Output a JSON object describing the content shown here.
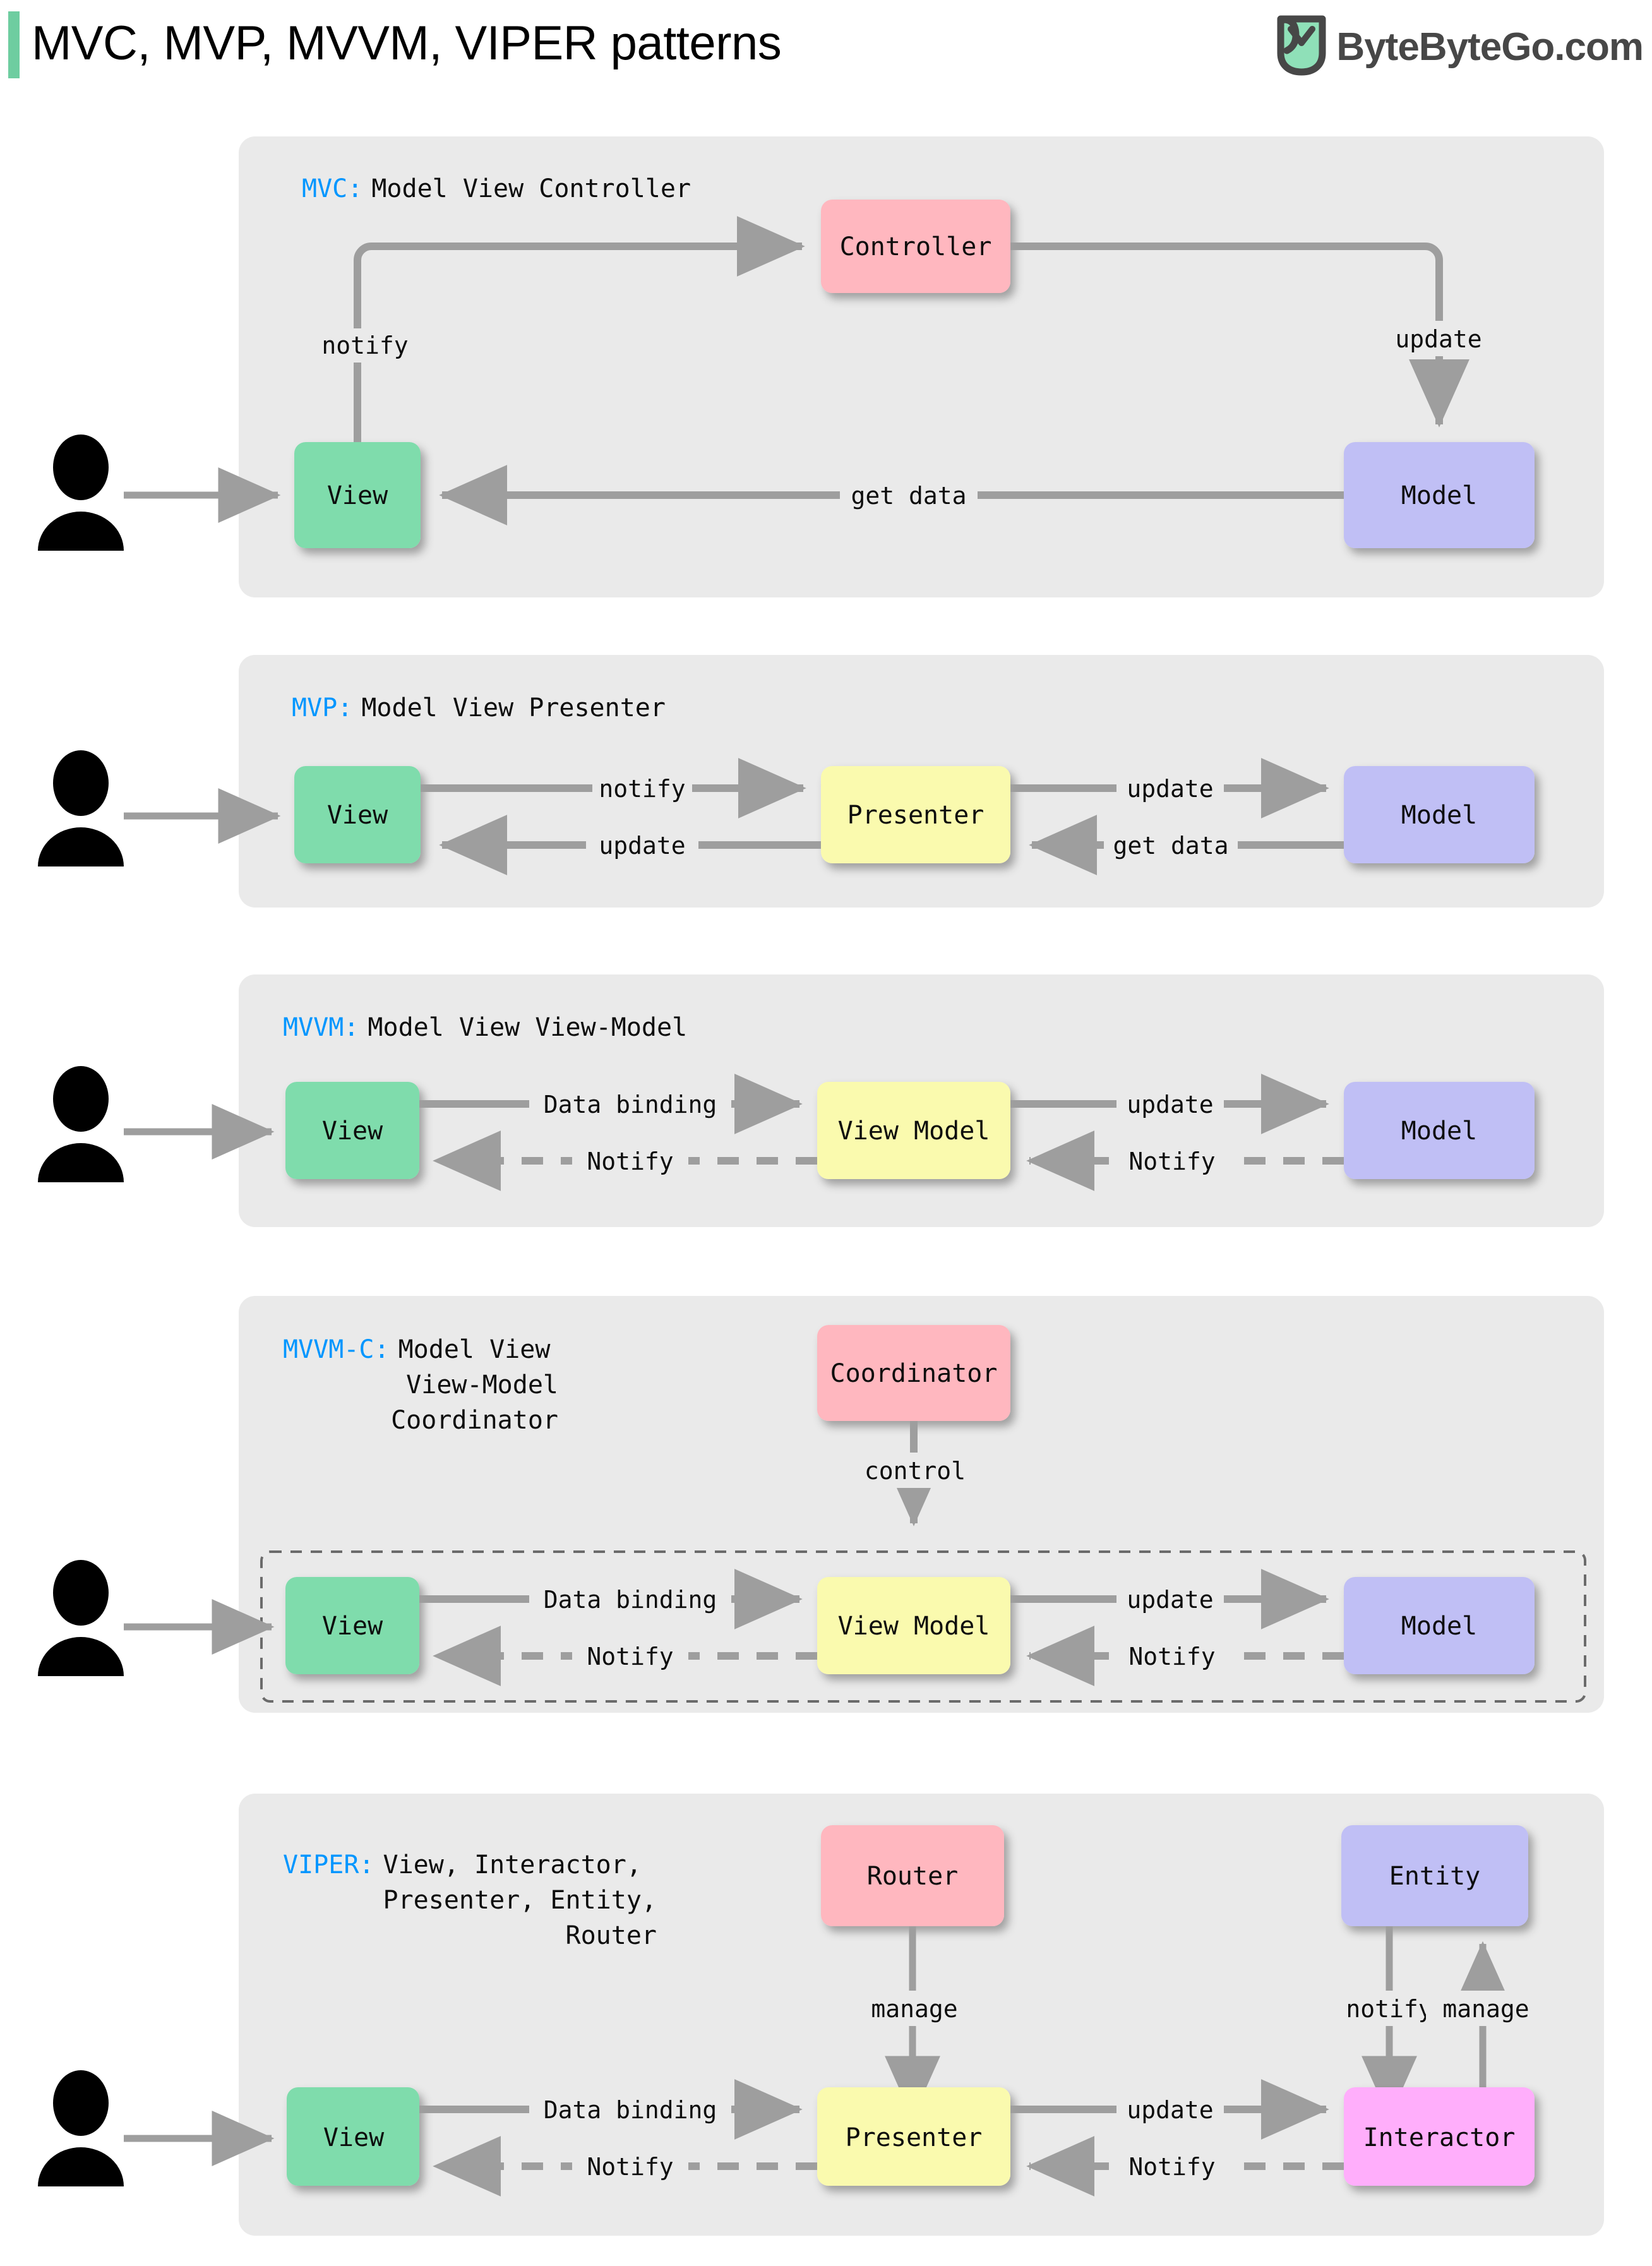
{
  "header": {
    "title": "MVC, MVP, MVVM, VIPER patterns",
    "brand_text": "ByteByteGo.com",
    "brand_icon": "bytebytego-leaf-logo",
    "accent_color": "#6ECDA0"
  },
  "colors": {
    "panel": "#EAEAEA",
    "view": "#7FDCAC",
    "model": "#C0BFF5",
    "controller": "#FFB7BF",
    "presenter": "#FAFAAE",
    "interactor": "#FFAEFB",
    "arrow": "#9E9E9E",
    "key_blue": "#0096FF"
  },
  "sections": [
    {
      "id": "mvc",
      "key": "MVC:",
      "title_lines": [
        "Model View Controller"
      ],
      "actor_icon": "person-icon",
      "nodes": [
        {
          "id": "view",
          "label": "View",
          "color": "view"
        },
        {
          "id": "controller",
          "label": "Controller",
          "color": "controller"
        },
        {
          "id": "model",
          "label": "Model",
          "color": "model"
        }
      ],
      "edges": [
        {
          "from": "actor",
          "to": "view",
          "label": "",
          "style": "solid"
        },
        {
          "from": "view",
          "to": "controller",
          "label": "notify",
          "style": "solid"
        },
        {
          "from": "controller",
          "to": "model",
          "label": "update",
          "style": "solid"
        },
        {
          "from": "model",
          "to": "view",
          "label": "get data",
          "style": "solid"
        }
      ]
    },
    {
      "id": "mvp",
      "key": "MVP:",
      "title_lines": [
        "Model View Presenter"
      ],
      "actor_icon": "person-icon",
      "nodes": [
        {
          "id": "view",
          "label": "View",
          "color": "view"
        },
        {
          "id": "presenter",
          "label": "Presenter",
          "color": "presenter"
        },
        {
          "id": "model",
          "label": "Model",
          "color": "model"
        }
      ],
      "edges": [
        {
          "from": "actor",
          "to": "view",
          "label": "",
          "style": "solid"
        },
        {
          "from": "view",
          "to": "presenter",
          "label": "notify",
          "style": "solid"
        },
        {
          "from": "presenter",
          "to": "view",
          "label": "update",
          "style": "solid"
        },
        {
          "from": "presenter",
          "to": "model",
          "label": "update",
          "style": "solid"
        },
        {
          "from": "model",
          "to": "presenter",
          "label": "get data",
          "style": "solid"
        }
      ]
    },
    {
      "id": "mvvm",
      "key": "MVVM:",
      "title_lines": [
        "Model View View-Model"
      ],
      "actor_icon": "person-icon",
      "nodes": [
        {
          "id": "view",
          "label": "View",
          "color": "view"
        },
        {
          "id": "viewmodel",
          "label": "View Model",
          "color": "presenter"
        },
        {
          "id": "model",
          "label": "Model",
          "color": "model"
        }
      ],
      "edges": [
        {
          "from": "actor",
          "to": "view",
          "label": "",
          "style": "solid"
        },
        {
          "from": "view",
          "to": "viewmodel",
          "label": "Data binding",
          "style": "solid"
        },
        {
          "from": "viewmodel",
          "to": "view",
          "label": "Notify",
          "style": "dashed"
        },
        {
          "from": "viewmodel",
          "to": "model",
          "label": "update",
          "style": "solid"
        },
        {
          "from": "model",
          "to": "viewmodel",
          "label": "Notify",
          "style": "dashed"
        }
      ]
    },
    {
      "id": "mvvmc",
      "key": "MVVM-C:",
      "title_lines": [
        "Model View",
        "View-Model",
        "Coordinator"
      ],
      "actor_icon": "person-icon",
      "group_box": "dashed-group",
      "nodes": [
        {
          "id": "coordinator",
          "label": "Coordinator",
          "color": "controller"
        },
        {
          "id": "view",
          "label": "View",
          "color": "view"
        },
        {
          "id": "viewmodel",
          "label": "View Model",
          "color": "presenter"
        },
        {
          "id": "model",
          "label": "Model",
          "color": "model"
        }
      ],
      "edges": [
        {
          "from": "coordinator",
          "to": "group",
          "label": "control",
          "style": "solid"
        },
        {
          "from": "actor",
          "to": "view",
          "label": "",
          "style": "solid"
        },
        {
          "from": "view",
          "to": "viewmodel",
          "label": "Data binding",
          "style": "solid"
        },
        {
          "from": "viewmodel",
          "to": "view",
          "label": "Notify",
          "style": "dashed"
        },
        {
          "from": "viewmodel",
          "to": "model",
          "label": "update",
          "style": "solid"
        },
        {
          "from": "model",
          "to": "viewmodel",
          "label": "Notify",
          "style": "dashed"
        }
      ]
    },
    {
      "id": "viper",
      "key": "VIPER:",
      "title_lines": [
        "View, Interactor,",
        "Presenter, Entity,",
        "Router"
      ],
      "actor_icon": "person-icon",
      "nodes": [
        {
          "id": "router",
          "label": "Router",
          "color": "controller"
        },
        {
          "id": "entity",
          "label": "Entity",
          "color": "model"
        },
        {
          "id": "view",
          "label": "View",
          "color": "view"
        },
        {
          "id": "presenter",
          "label": "Presenter",
          "color": "presenter"
        },
        {
          "id": "interactor",
          "label": "Interactor",
          "color": "interactor"
        }
      ],
      "edges": [
        {
          "from": "router",
          "to": "presenter",
          "label": "manage",
          "style": "solid"
        },
        {
          "from": "entity",
          "to": "interactor",
          "label": "notify",
          "style": "solid"
        },
        {
          "from": "interactor",
          "to": "entity",
          "label": "manage",
          "style": "solid"
        },
        {
          "from": "actor",
          "to": "view",
          "label": "",
          "style": "solid"
        },
        {
          "from": "view",
          "to": "presenter",
          "label": "Data binding",
          "style": "solid"
        },
        {
          "from": "presenter",
          "to": "view",
          "label": "Notify",
          "style": "dashed"
        },
        {
          "from": "presenter",
          "to": "interactor",
          "label": "update",
          "style": "solid"
        },
        {
          "from": "interactor",
          "to": "presenter",
          "label": "Notify",
          "style": "dashed"
        }
      ]
    }
  ]
}
